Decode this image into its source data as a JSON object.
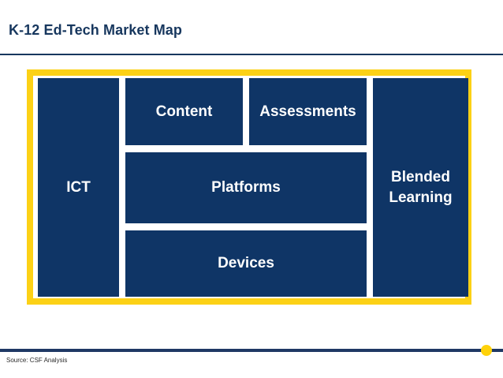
{
  "slide": {
    "title": "K-12 Ed-Tech Market Map",
    "title_color": "#17375E",
    "frame_color": "#FCD116",
    "box_color": "#0F3566",
    "box_text_color": "#FFFFFF",
    "accent_dot_color": "#FFD20A",
    "rule_color": "#1F3864"
  },
  "diagram": {
    "name": "k12-edtech-market-map",
    "columns": [
      {
        "id": "ict",
        "label": "ICT"
      },
      {
        "id": "middle",
        "rows": [
          {
            "id": "row-top",
            "boxes": [
              {
                "id": "content",
                "label": "Content"
              },
              {
                "id": "assessments",
                "label": "Assessments"
              }
            ]
          },
          {
            "id": "row-platforms",
            "boxes": [
              {
                "id": "platforms",
                "label": "Platforms"
              }
            ]
          },
          {
            "id": "row-devices",
            "boxes": [
              {
                "id": "devices",
                "label": "Devices"
              }
            ]
          }
        ]
      },
      {
        "id": "blended",
        "label_line1": "Blended",
        "label_line2": "Learning"
      }
    ]
  },
  "footer": {
    "source": "Source: CSF Analysis"
  }
}
